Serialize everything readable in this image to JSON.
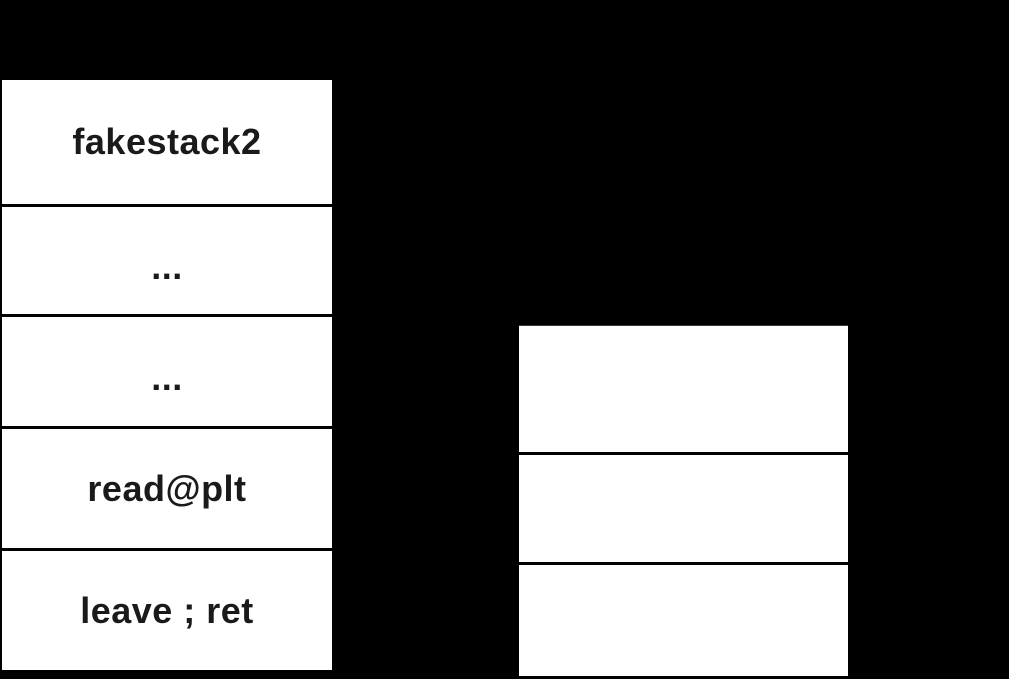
{
  "left_stack": {
    "cells": [
      {
        "label": "fakestack2"
      },
      {
        "label": "..."
      },
      {
        "label": "..."
      },
      {
        "label": "read@plt"
      },
      {
        "label": "leave ; ret"
      }
    ]
  },
  "right_stack": {
    "cells": [
      {
        "label": ""
      },
      {
        "label": ""
      },
      {
        "label": ""
      }
    ]
  },
  "colors": {
    "background": "#000000",
    "cell_fill": "#ffffff",
    "divider": "#000000",
    "text": "#1a1a1a"
  }
}
